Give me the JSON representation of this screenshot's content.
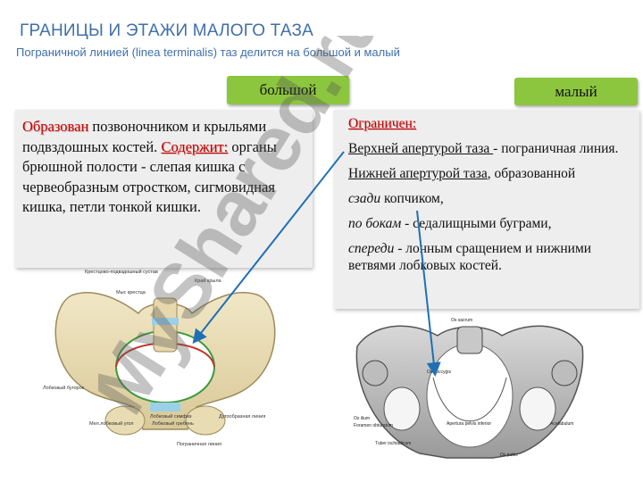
{
  "title": "ГРАНИЦЫ И ЭТАЖИ МАЛОГО ТАЗА",
  "subtitle": "Пограничной линией (linea terminalis) таз делится на большой и малый",
  "tags": {
    "big": "большой",
    "small": "малый"
  },
  "left_box": {
    "formed_label": "Образован",
    "formed_text": " позвоночником и крыльями подвздошных костей.",
    "contains_label": "Содержит:",
    "contains_text": " органы брюшной полости - слепая кишка с червеобразным отростком, сигмовидная кишка, петли тонкой кишки."
  },
  "right_box": {
    "limited_label": "Ограничен:",
    "upper_label": "Верхней апертурой таза ",
    "upper_text": "- пограничная линия.",
    "lower_label": "Нижней апертурой таза",
    "lower_text": ", образованной",
    "behind_label": "сзади",
    "behind_text": " копчиком,",
    "sides_label": "по бокам",
    "sides_text": " - седалищными буграми,",
    "front_label": "спереди",
    "front_text": " - лонным сращением и нижними ветвями лобковых костей."
  },
  "pelvis1_labels": [
    "Крестцово-подвздошный сустав",
    "Мыс крестца",
    "Край крыла",
    "Лобковый бугорок",
    "Лобковый симфиз",
    "Лобковый гребень",
    "Пограничная линия",
    "Дугообразная линия",
    "Мел.лобковый угол"
  ],
  "pelvis2_labels": [
    "Os sacrum",
    "Os coccygis",
    "Os ilium",
    "Tuber ischiadicum",
    "Os pubis",
    "Apertura pelvis inferior",
    "Foramen obturatum",
    "Acetabulum"
  ],
  "watermark_text": "MyShared.ru",
  "colors": {
    "title": "#3f6fa8",
    "tag_bg": "#8cc63e",
    "label_red": "#c00000",
    "arrow": "#1f6fb5",
    "box_bg": "#eeeeee"
  }
}
